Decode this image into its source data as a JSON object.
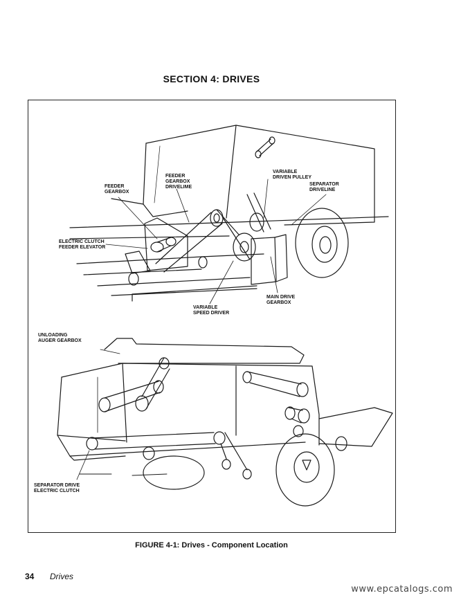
{
  "header": {
    "section_title": "SECTION 4:   DRIVES"
  },
  "figure": {
    "top_callouts": {
      "feeder_gearbox": [
        "FEEDER",
        "GEARBOX"
      ],
      "feeder_gearbox_driveline": [
        "FEEDER",
        "GEARBOX",
        "DRIVELIME"
      ],
      "variable_driven_pulley": [
        "VARIABLE",
        "DRIVEN PULLEY"
      ],
      "separator_driveline": [
        "SEPARATOR",
        "DRIVELINE"
      ],
      "electric_clutch_feeder_elevator": [
        "ELECTRIC CLUTCH",
        "FEEDER ELEVATOR"
      ],
      "main_drive_gearbox": [
        "MAIN DRIVE",
        "GEARBOX"
      ],
      "variable_speed_driver": [
        "VARIABLE",
        "SPEED DRIVER"
      ]
    },
    "bottom_callouts": {
      "unloading_auger_gearbox": [
        "UNLOADING",
        "AUGER GEARBOX"
      ],
      "separator_drive_electric_clutch": [
        "SEPARATOR DRIVE",
        "ELECTRIC CLUTCH"
      ]
    },
    "caption": "FIGURE 4-1: Drives - Component Location"
  },
  "footer": {
    "page_number": "34",
    "running_head": "Drives",
    "watermark": "www.epcatalogs.com"
  }
}
